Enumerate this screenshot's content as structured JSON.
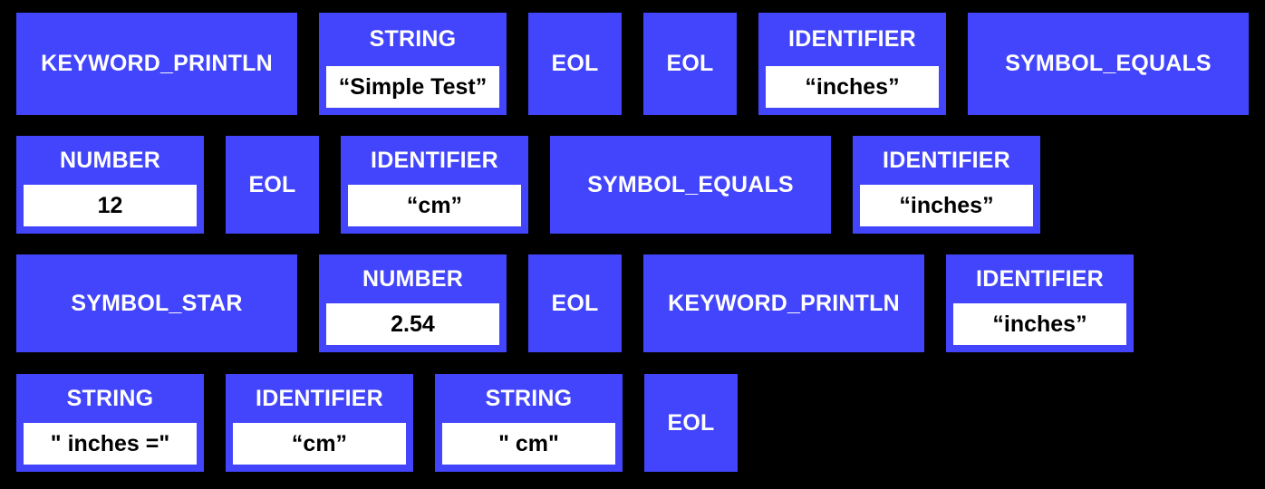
{
  "diagram": {
    "description_label": "lexer-token-stream",
    "colors": {
      "background": "#000000",
      "token_box": "#4245fb",
      "token_type_text": "#ffffff",
      "token_value_bg": "#ffffff",
      "token_value_text": "#000000"
    },
    "rows": [
      [
        {
          "type": "KEYWORD_PRINTLN"
        },
        {
          "type": "STRING",
          "value": "“Simple Test”"
        },
        {
          "type": "EOL"
        },
        {
          "type": "EOL"
        },
        {
          "type": "IDENTIFIER",
          "value": "“inches”"
        },
        {
          "type": "SYMBOL_EQUALS"
        }
      ],
      [
        {
          "type": "NUMBER",
          "value": "12"
        },
        {
          "type": "EOL"
        },
        {
          "type": "IDENTIFIER",
          "value": "“cm”"
        },
        {
          "type": "SYMBOL_EQUALS"
        },
        {
          "type": "IDENTIFIER",
          "value": "“inches”"
        }
      ],
      [
        {
          "type": "SYMBOL_STAR"
        },
        {
          "type": "NUMBER",
          "value": "2.54"
        },
        {
          "type": "EOL"
        },
        {
          "type": "KEYWORD_PRINTLN"
        },
        {
          "type": "IDENTIFIER",
          "value": "“inches”"
        }
      ],
      [
        {
          "type": "STRING",
          "value": "\" inches =\""
        },
        {
          "type": "IDENTIFIER",
          "value": "“cm”"
        },
        {
          "type": "STRING",
          "value": "\" cm\""
        },
        {
          "type": "EOL"
        }
      ]
    ]
  }
}
